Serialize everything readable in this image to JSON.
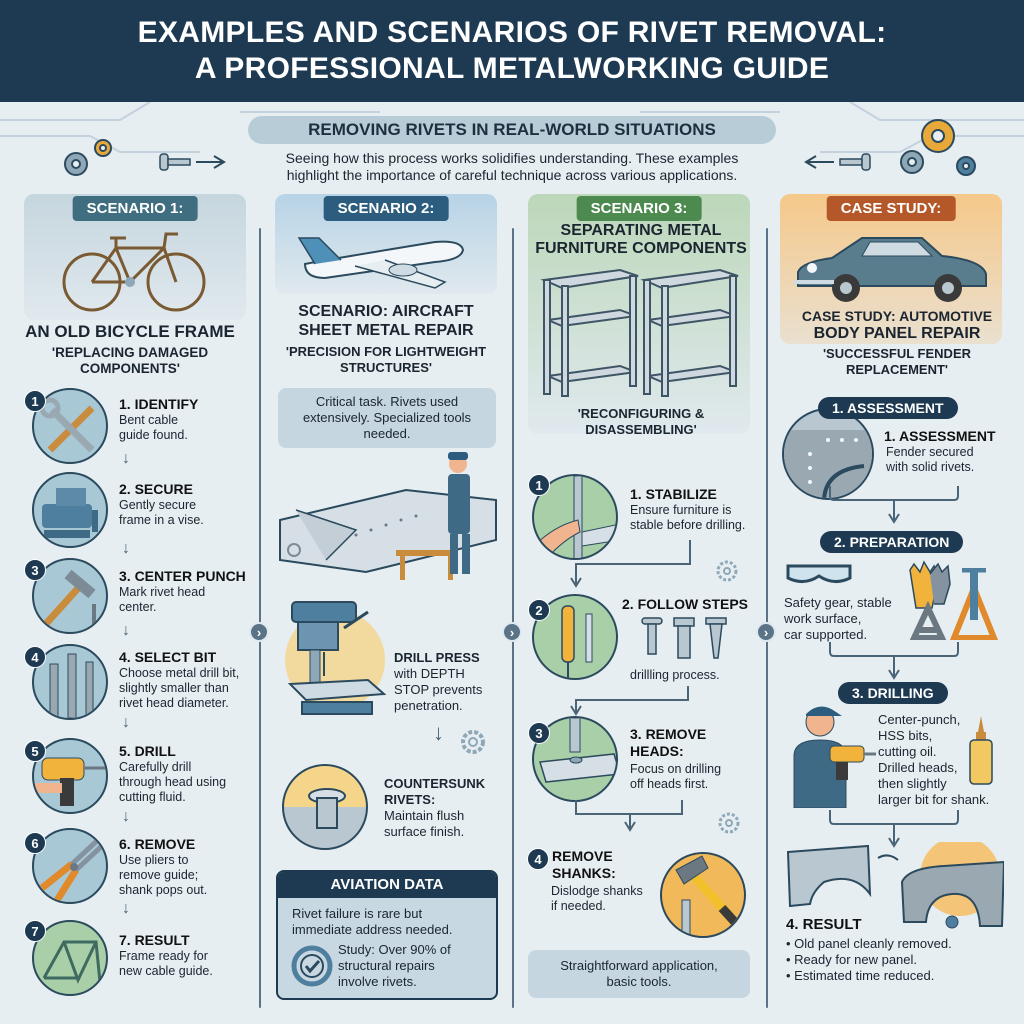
{
  "header": {
    "title_line1": "EXAMPLES AND SCENARIOS OF RIVET REMOVAL:",
    "title_line2": "A PROFESSIONAL METALWORKING GUIDE"
  },
  "intro": {
    "heading": "REMOVING RIVETS IN REAL-WORLD SITUATIONS",
    "text_line1": "Seeing how this process works solidifies understanding. These examples",
    "text_line2": "highlight the importance of careful technique across various applications."
  },
  "colors": {
    "header_bg": "#1d3a52",
    "scenario1_tab": "#3f6e80",
    "scenario2_tab": "#2d5d7e",
    "scenario3_tab": "#4d8a4f",
    "case_study_tab": "#b4582a",
    "accent_orange": "#f2b33d"
  },
  "scenario1": {
    "tab": "SCENARIO 1:",
    "title": "AN OLD BICYCLE FRAME",
    "subtitle_line1": "'REPLACING DAMAGED",
    "subtitle_line2": "COMPONENTS'",
    "steps": [
      {
        "num": "1",
        "title": "1. IDENTIFY",
        "desc_line1": "Bent cable",
        "desc_line2": "guide found.",
        "desc_line3": ""
      },
      {
        "num": "2",
        "title": "2. SECURE",
        "desc_line1": "Gently secure",
        "desc_line2": "frame in a vise.",
        "desc_line3": ""
      },
      {
        "num": "3",
        "title": "3. CENTER PUNCH",
        "desc_line1": "Mark rivet head",
        "desc_line2": "center.",
        "desc_line3": ""
      },
      {
        "num": "4",
        "title": "4. SELECT BIT",
        "desc_line1": "Choose metal drill bit,",
        "desc_line2": "slightly smaller than",
        "desc_line3": "rivet head diameter."
      },
      {
        "num": "5",
        "title": "5. DRILL",
        "desc_line1": "Carefully drill",
        "desc_line2": "through head using",
        "desc_line3": "cutting fluid."
      },
      {
        "num": "6",
        "title": "6. REMOVE",
        "desc_line1": "Use pliers to",
        "desc_line2": "remove guide;",
        "desc_line3": "shank pops out."
      },
      {
        "num": "7",
        "title": "7. RESULT",
        "desc_line1": "Frame ready for",
        "desc_line2": "new cable guide.",
        "desc_line3": ""
      }
    ]
  },
  "scenario2": {
    "tab": "SCENARIO 2:",
    "title_line1": "SCENARIO: AIRCRAFT",
    "title_line2": "SHEET METAL REPAIR",
    "subtitle_line1": "'PRECISION FOR LIGHTWEIGHT",
    "subtitle_line2": "STRUCTURES'",
    "note_line1": "Critical task. Rivets used",
    "note_line2": "extensively. Specialized tools",
    "note_line3": "needed.",
    "drill_press": {
      "line1": "DRILL PRESS",
      "line2": "with DEPTH",
      "line3": "STOP prevents",
      "line4": "penetration."
    },
    "countersunk": {
      "title_line1": "COUNTERSUNK",
      "title_line2": "RIVETS:",
      "desc_line1": "Maintain flush",
      "desc_line2": "surface finish."
    },
    "aviation_data": {
      "header": "AVIATION DATA",
      "line1": "Rivet failure is rare but",
      "line2": "immediate address needed.",
      "study_line1": "Study: Over 90% of",
      "study_line2": "structural repairs",
      "study_line3": "involve rivets."
    }
  },
  "scenario3": {
    "tab": "SCENARIO 3:",
    "title_line1": "SEPARATING METAL",
    "title_line2": "FURNITURE COMPONENTS",
    "subtitle_line1": "'RECONFIGURING &",
    "subtitle_line2": "DISASSEMBLING'",
    "steps": [
      {
        "num": "1",
        "title": "1. STABILIZE",
        "desc_line1": "Ensure furniture is",
        "desc_line2": "stable before drilling."
      },
      {
        "num": "2",
        "title": "2. FOLLOW STEPS",
        "desc_line1": "drillling process.",
        "desc_line2": ""
      },
      {
        "num": "3",
        "title_line1": "3. REMOVE",
        "title_line2": "HEADS:",
        "desc_line1": "Focus on drilling",
        "desc_line2": "off heads first."
      },
      {
        "num": "4",
        "title_line1": "REMOVE",
        "title_line2": "SHANKS:",
        "desc_line1": "Dislodge shanks",
        "desc_line2": "if needed."
      }
    ],
    "note_line1": "Straightforward application,",
    "note_line2": "basic tools."
  },
  "case_study": {
    "tab": "CASE STUDY:",
    "title_line1": "CASE STUDY: AUTOMOTIVE",
    "title_line2": "BODY PANEL REPAIR",
    "subtitle_line1": "'SUCCESSFUL FENDER",
    "subtitle_line2": "REPLACEMENT'",
    "assessment": {
      "pill": "1. ASSESSMENT",
      "title": "1. ASSESSMENT",
      "desc_line1": "Fender secured",
      "desc_line2": "with solid rivets."
    },
    "preparation": {
      "pill": "2. PREPARATION",
      "desc_line1": "Safety gear, stable",
      "desc_line2": "work surface,",
      "desc_line3": "car supported."
    },
    "drilling": {
      "pill": "3. DRILLING",
      "desc_line1": "Center-punch,",
      "desc_line2": "HSS bits,",
      "desc_line3": "cutting oil.",
      "desc_line4": "Drilled heads,",
      "desc_line5": "then slightly",
      "desc_line6": "larger bit for shank."
    },
    "result": {
      "title": "4. RESULT",
      "bullets": [
        "• Old panel cleanly removed.",
        "• Ready for new panel.",
        "• Estimated time reduced."
      ]
    }
  },
  "navigation": {
    "next_glyph": "›"
  }
}
